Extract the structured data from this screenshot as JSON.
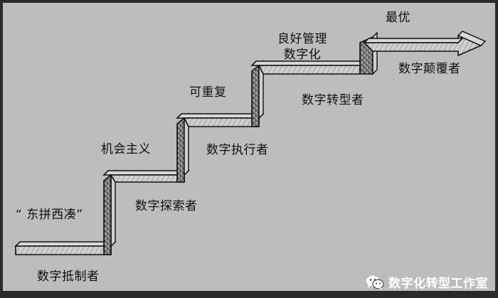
{
  "steps": [
    {
      "role": "数字抵制者",
      "strategy": "“ 东拼西凑”"
    },
    {
      "role": "数字探索者",
      "strategy": "机会主义"
    },
    {
      "role": "数字执行者",
      "strategy": "可重复"
    },
    {
      "role": "数字转型者",
      "strategy_line1": "良好管理",
      "strategy_line2": "数字化"
    },
    {
      "role": "数字颠覆者",
      "strategy": "最优"
    }
  ],
  "watermark": {
    "text": "数字化转型工作室",
    "icon": "wechat-icon"
  }
}
